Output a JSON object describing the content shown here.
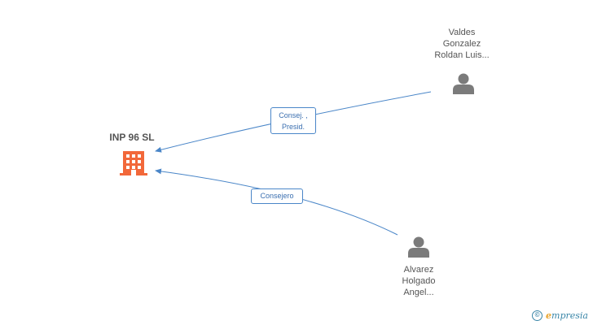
{
  "company": {
    "name": "INP 96 SL",
    "icon": "building-icon",
    "color": "#f2683a"
  },
  "people": [
    {
      "id": "valdes",
      "lines": [
        "Valdes",
        "Gonzalez",
        "Roldan Luis..."
      ],
      "icon": "person-icon"
    },
    {
      "id": "alvarez",
      "lines": [
        "Alvarez",
        "Holgado",
        "Angel..."
      ],
      "icon": "person-icon"
    }
  ],
  "edges": [
    {
      "from": "valdes",
      "to": "company",
      "label_lines": [
        "Consej. ,",
        "Presid."
      ]
    },
    {
      "from": "alvarez",
      "to": "company",
      "label_lines": [
        "Consejero"
      ]
    }
  ],
  "colors": {
    "edge": "#4a86c8",
    "person": "#7b7b7b"
  },
  "watermark": {
    "copyright": "©",
    "brand_initial": "e",
    "brand_rest": "mpresia"
  }
}
